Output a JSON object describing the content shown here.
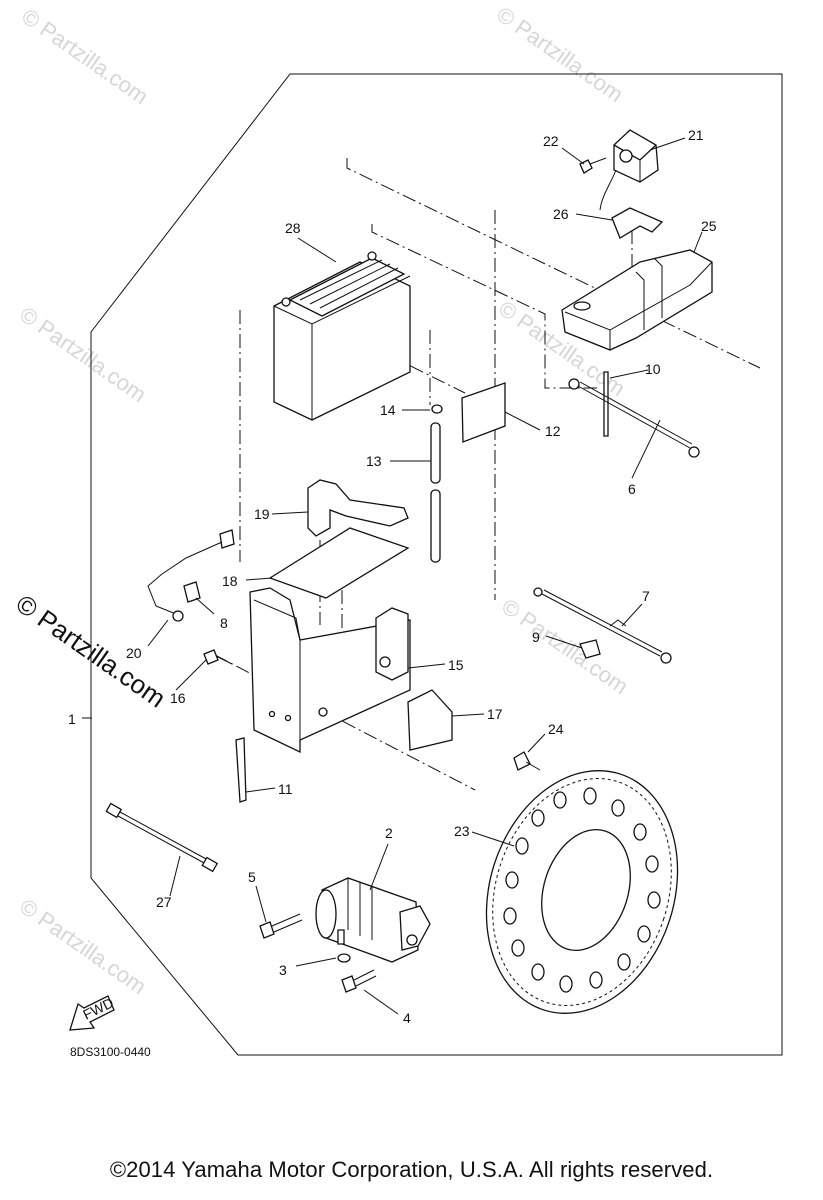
{
  "watermark": {
    "text": "© Partzilla.com",
    "side_text": "© Partzilla.com"
  },
  "callouts": [
    {
      "id": "c1",
      "text": "1"
    },
    {
      "id": "c2",
      "text": "2"
    },
    {
      "id": "c3",
      "text": "3"
    },
    {
      "id": "c4",
      "text": "4"
    },
    {
      "id": "c5",
      "text": "5"
    },
    {
      "id": "c6",
      "text": "6"
    },
    {
      "id": "c7",
      "text": "7"
    },
    {
      "id": "c8",
      "text": "8"
    },
    {
      "id": "c9",
      "text": "9"
    },
    {
      "id": "c10",
      "text": "10"
    },
    {
      "id": "c11",
      "text": "11"
    },
    {
      "id": "c12",
      "text": "12"
    },
    {
      "id": "c13",
      "text": "13"
    },
    {
      "id": "c14",
      "text": "14"
    },
    {
      "id": "c15",
      "text": "15"
    },
    {
      "id": "c16",
      "text": "16"
    },
    {
      "id": "c17",
      "text": "17"
    },
    {
      "id": "c18",
      "text": "18"
    },
    {
      "id": "c19",
      "text": "19"
    },
    {
      "id": "c20",
      "text": "20"
    },
    {
      "id": "c21",
      "text": "21"
    },
    {
      "id": "c22",
      "text": "22"
    },
    {
      "id": "c23",
      "text": "23"
    },
    {
      "id": "c24",
      "text": "24"
    },
    {
      "id": "c25",
      "text": "25"
    },
    {
      "id": "c26",
      "text": "26"
    },
    {
      "id": "c27",
      "text": "27"
    },
    {
      "id": "c28",
      "text": "28"
    }
  ],
  "fwd_arrow": "FWD",
  "diagram_code": "8DS3100-0440",
  "copyright": "©2014  Yamaha Motor Corporation, U.S.A. All rights reserved."
}
